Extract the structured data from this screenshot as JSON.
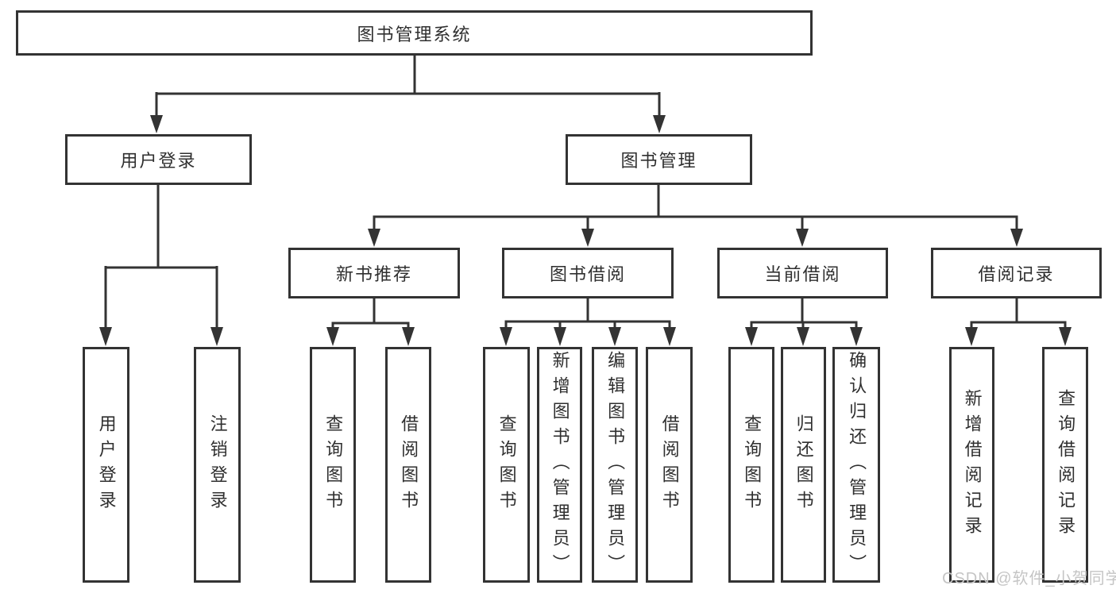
{
  "tree": {
    "root": {
      "label": "图书管理系统"
    },
    "branches": [
      {
        "label": "用户登录",
        "children": [
          {
            "label": "用户登录"
          },
          {
            "label": "注销登录"
          }
        ]
      },
      {
        "label": "图书管理",
        "children": [
          {
            "label": "新书推荐",
            "children": [
              {
                "label": "查询图书"
              },
              {
                "label": "借阅图书"
              }
            ]
          },
          {
            "label": "图书借阅",
            "children": [
              {
                "label": "查询图书"
              },
              {
                "label": "新增图书（管理员）"
              },
              {
                "label": "编辑图书（管理员）"
              },
              {
                "label": "借阅图书"
              }
            ]
          },
          {
            "label": "当前借阅",
            "children": [
              {
                "label": "查询图书"
              },
              {
                "label": "归还图书"
              },
              {
                "label": "确认归还（管理员）"
              }
            ]
          },
          {
            "label": "借阅记录",
            "children": [
              {
                "label": "新增借阅记录"
              },
              {
                "label": "查询借阅记录"
              }
            ]
          }
        ]
      }
    ]
  },
  "watermark": {
    "text": "CSDN @软件_小贺同学"
  },
  "colors": {
    "line": "#333333",
    "text": "#2f2f2f",
    "watermark": "#c5c5c5",
    "background": "#ffffff"
  }
}
